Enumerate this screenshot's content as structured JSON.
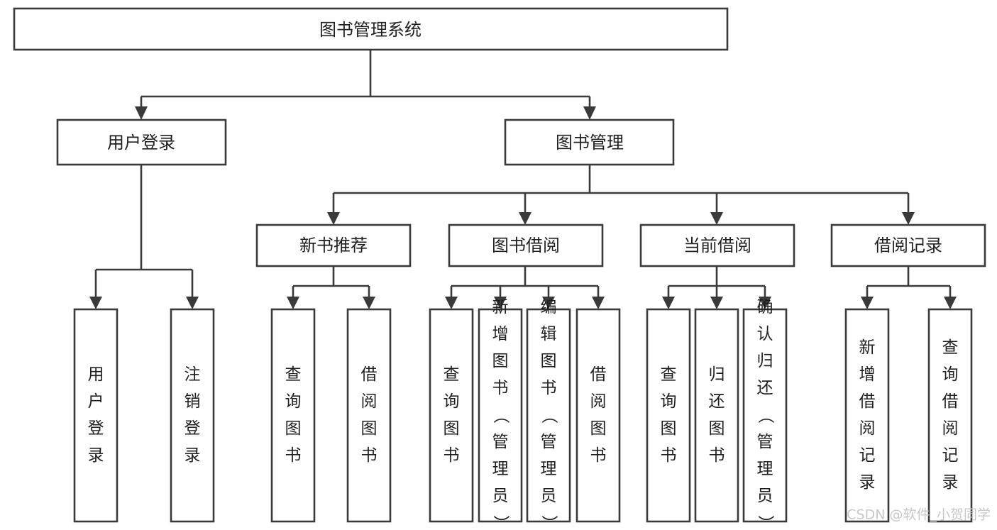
{
  "diagram": {
    "type": "tree-hierarchy-chart",
    "title": "图书管理系统",
    "watermark": "CSDN @软件_小贺同学",
    "colors": {
      "stroke": "#3a3a3a",
      "fill": "#ffffff",
      "text": "#1f1f1f",
      "watermark": "#c8c8c8",
      "background": "#ffffff"
    },
    "levels": [
      {
        "level": 1,
        "nodes": [
          {
            "id": "root",
            "label": "图书管理系统",
            "orientation": "horizontal"
          }
        ]
      },
      {
        "level": 2,
        "nodes": [
          {
            "id": "user-login",
            "label": "用户登录",
            "orientation": "horizontal",
            "parent": "root"
          },
          {
            "id": "book-manage",
            "label": "图书管理",
            "orientation": "horizontal",
            "parent": "root"
          }
        ]
      },
      {
        "level": 3,
        "nodes": [
          {
            "id": "new-book-rec",
            "label": "新书推荐",
            "orientation": "horizontal",
            "parent": "book-manage"
          },
          {
            "id": "book-borrow",
            "label": "图书借阅",
            "orientation": "horizontal",
            "parent": "book-manage"
          },
          {
            "id": "current-borrow",
            "label": "当前借阅",
            "orientation": "horizontal",
            "parent": "book-manage"
          },
          {
            "id": "borrow-record",
            "label": "借阅记录",
            "orientation": "horizontal",
            "parent": "book-manage"
          }
        ]
      },
      {
        "level": 4,
        "nodes": [
          {
            "id": "leaf-user-login",
            "label": "用户登录",
            "orientation": "vertical",
            "parent": "user-login"
          },
          {
            "id": "leaf-logout-login",
            "label": "注销登录",
            "orientation": "vertical",
            "parent": "user-login"
          },
          {
            "id": "leaf-query-book-1",
            "label": "查询图书",
            "orientation": "vertical",
            "parent": "new-book-rec"
          },
          {
            "id": "leaf-borrow-book-1",
            "label": "借阅图书",
            "orientation": "vertical",
            "parent": "new-book-rec"
          },
          {
            "id": "leaf-query-book-2",
            "label": "查询图书",
            "orientation": "vertical",
            "parent": "book-borrow"
          },
          {
            "id": "leaf-add-book",
            "label": "新增图书（管理员）",
            "orientation": "vertical",
            "parent": "book-borrow"
          },
          {
            "id": "leaf-edit-book",
            "label": "编辑图书（管理员）",
            "orientation": "vertical",
            "parent": "book-borrow"
          },
          {
            "id": "leaf-borrow-book-2",
            "label": "借阅图书",
            "orientation": "vertical",
            "parent": "book-borrow"
          },
          {
            "id": "leaf-query-book-3",
            "label": "查询图书",
            "orientation": "vertical",
            "parent": "current-borrow"
          },
          {
            "id": "leaf-return-book",
            "label": "归还图书",
            "orientation": "vertical",
            "parent": "current-borrow"
          },
          {
            "id": "leaf-confirm-return",
            "label": "确认归还（管理员）",
            "orientation": "vertical",
            "parent": "current-borrow"
          },
          {
            "id": "leaf-add-record",
            "label": "新增借阅记录",
            "orientation": "vertical",
            "parent": "borrow-record"
          },
          {
            "id": "leaf-query-record",
            "label": "查询借阅记录",
            "orientation": "vertical",
            "parent": "borrow-record"
          }
        ]
      }
    ]
  }
}
